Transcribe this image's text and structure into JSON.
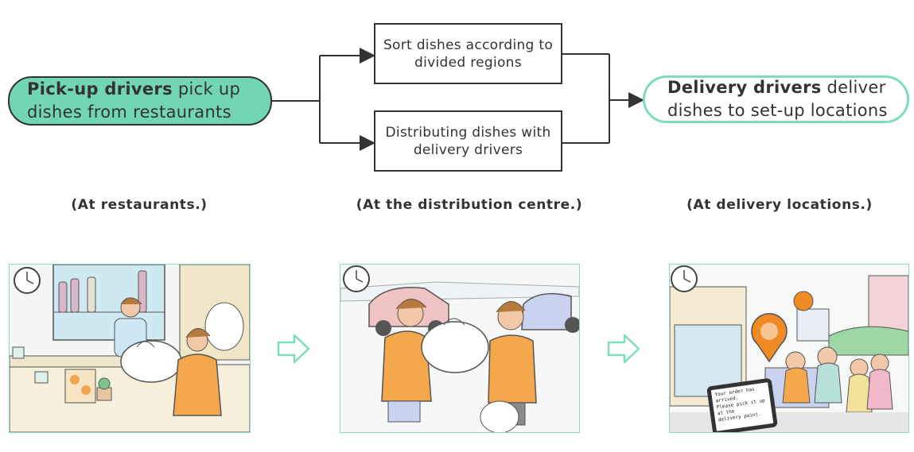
{
  "flow": {
    "start": {
      "bold": "Pick-up drivers",
      "line1_rest": " pick up",
      "line2": "dishes from restaurants"
    },
    "branch_top": {
      "line1": "Sort dishes according to",
      "line2": "divided regions"
    },
    "branch_bottom": {
      "line1": "Distributing dishes with",
      "line2": "delivery drivers"
    },
    "end": {
      "bold": "Delivery drivers",
      "line1_rest": " deliver",
      "line2": "dishes to set-up locations"
    }
  },
  "captions": {
    "restaurants": "(At restaurants.)",
    "distribution": "(At the distribution centre.)",
    "delivery": "(At delivery locations.)"
  },
  "scene3": {
    "tablet_line1": "Your order has arrived.",
    "tablet_line2": "Please pick it up at the",
    "tablet_line3": "delivery point."
  },
  "colors": {
    "accent": "#72d6b2",
    "accent_light": "#7ddcc0",
    "uniform": "#f5a84b"
  }
}
